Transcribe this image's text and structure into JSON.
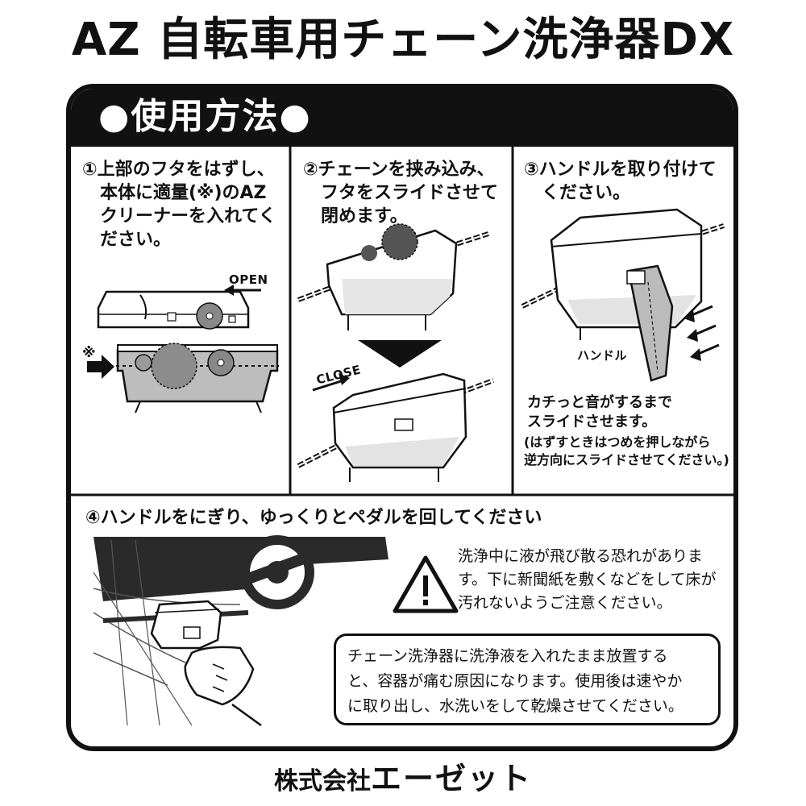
{
  "title": "AZ 自転車用チェーン洗浄器DX",
  "section": {
    "heading": "●使用方法●"
  },
  "steps": [
    {
      "text": "①上部のフタをはずし、\n　本体に適量(※)のAZ\n　クリーナーを入れてく\n　ださい。",
      "labels": {
        "open": "OPEN",
        "mark": "※"
      }
    },
    {
      "text": "②チェーンを挟み込み、\n　フタをスライドさせて\n　閉めます。",
      "labels": {
        "close": "CLOSE"
      }
    },
    {
      "text": "③ハンドルを取り付けて\n　ください。",
      "labels": {
        "handle": "ハンドル"
      },
      "note": "カチっと音がするまで\nスライドさせます。",
      "subnote": "(はずすときはつめを押しながら\n逆方向にスライドさせてください。)"
    },
    {
      "text": "④ハンドルをにぎり、ゆっくりとペダルを回してください"
    }
  ],
  "warning": {
    "icon": "warning-triangle-icon",
    "text": "洗浄中に液が飛び散る恐れがありま\nす。下に新聞紙を敷くなどをして床が\n汚れないようご注意ください。"
  },
  "note": {
    "text": "チェーン洗浄器に洗浄液を入れたまま放置する\nと、容器が痛む原因になります。使用後は速やか\nに取り出し、水洗いをして乾燥させてください。"
  },
  "company": {
    "prefix": "株式会社",
    "name": "エーゼット"
  }
}
